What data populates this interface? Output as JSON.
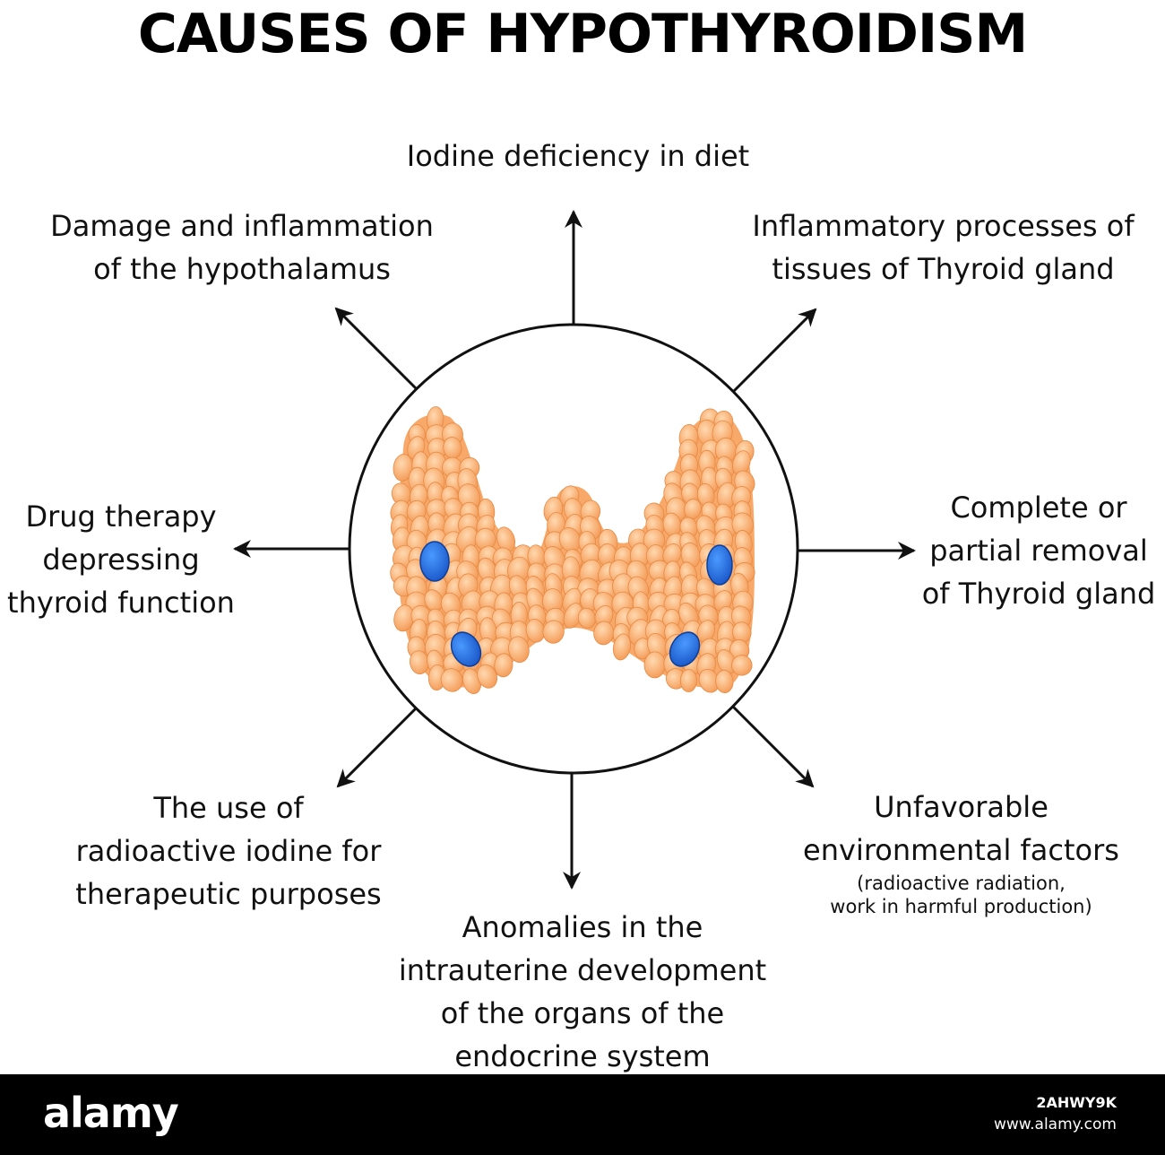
{
  "title": "CAUSES OF HYPOTHYROIDISM",
  "causes": {
    "top": [
      "Iodine deficiency in diet"
    ],
    "top_left": [
      "Damage and inflammation",
      "of the hypothalamus"
    ],
    "top_right": [
      "Inflammatory processes of",
      "tissues of Thyroid gland"
    ],
    "left": [
      "Drug therapy",
      "depressing",
      "thyroid function"
    ],
    "right": [
      "Complete or",
      "partial removal",
      "of  Thyroid gland"
    ],
    "bottom_left": [
      "The use of",
      "radioactive iodine for",
      "therapeutic purposes"
    ],
    "bottom": [
      "Anomalies in the",
      "intrauterine development",
      "of the organs of the",
      "endocrine system"
    ],
    "bottom_right": [
      "Unfavorable",
      "environmental factors"
    ],
    "bottom_right_note": [
      "(radioactive radiation,",
      "work in harmful production)"
    ]
  },
  "colors": {
    "gland": "#f8a868",
    "gland_highlight": "#ffd9b0",
    "parathyroid": "#1f6fe0",
    "arrow": "#111111"
  },
  "footer": {
    "brand": "alamy",
    "image_id": "2AHWY9K",
    "site": "www.alamy.com"
  }
}
